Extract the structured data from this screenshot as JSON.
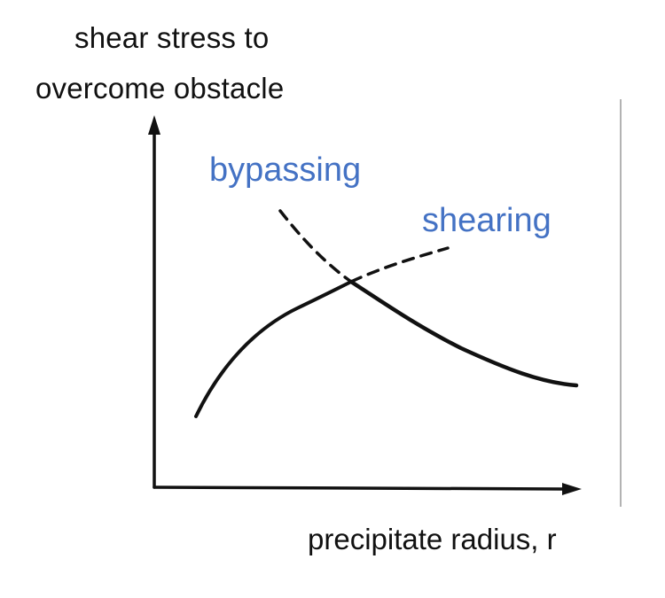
{
  "diagram": {
    "y_axis_label_lines": [
      "shear stress to",
      "overcome obstacle"
    ],
    "x_axis_label": "precipitate radius, r",
    "curves": {
      "bypassing": {
        "label": "bypassing",
        "style": "solid (after intersection) / dashed (before)"
      },
      "shearing": {
        "label": "shearing",
        "style": "solid (before intersection) / dashed (after)"
      }
    },
    "colors": {
      "axis": "#111111",
      "curve": "#111111",
      "curve_label": "#4472C4",
      "text": "#111111"
    }
  }
}
